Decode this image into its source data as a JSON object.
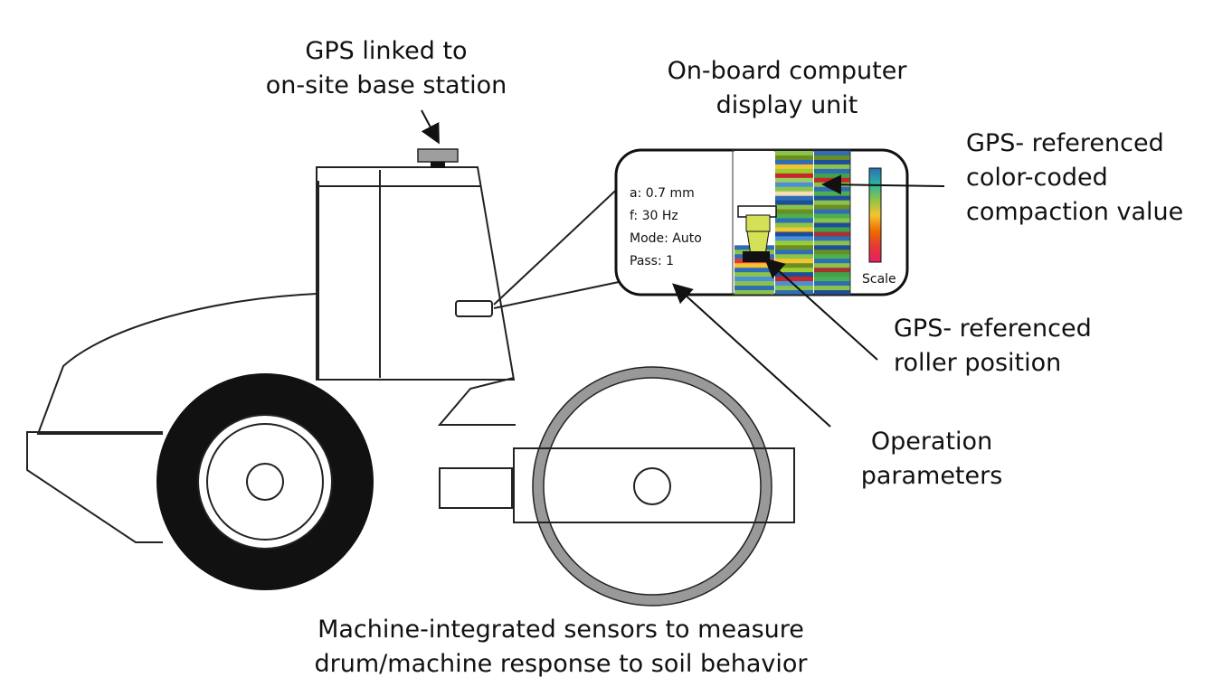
{
  "labels": {
    "gps_base": [
      "GPS linked to",
      "on-site base station"
    ],
    "computer": [
      "On-board computer",
      "display unit"
    ],
    "compaction": [
      "GPS- referenced",
      "color-coded",
      "compaction value"
    ],
    "roller_position": [
      "GPS- referenced",
      "roller position"
    ],
    "operation": [
      "Operation",
      "parameters"
    ],
    "sensors": [
      "Machine-integrated sensors to measure",
      "drum/machine response to soil  behavior"
    ]
  },
  "display": {
    "params": [
      "a: 0.7 mm",
      "f: 30 Hz",
      "Mode: Auto",
      "Pass: 1"
    ],
    "scale_label": "Scale",
    "strip1_colors": [
      "#ffffff",
      "#ffffff",
      "#ffffff",
      "#ffffff",
      "#ffffff",
      "#ffffff",
      "#ffffff",
      "#ffffff",
      "#ffffff",
      "#ffffff",
      "#ffffff",
      "#ffffff",
      "#ffffff",
      "#ffffff",
      "#ffffff",
      "#ffffff",
      "#ffffff",
      "#ffffff",
      "#ffffff",
      "#ffffff",
      "#ffffff",
      "#2f6db5",
      "#8bc34a",
      "#2f6db5",
      "#e53935",
      "#f4c430",
      "#2f6db5",
      "#8bc34a",
      "#4a8fd8",
      "#8bc34a",
      "#2f6db5",
      "#8bc34a"
    ],
    "strip2_colors": [
      "#8bc34a",
      "#6b8e23",
      "#2f6db5",
      "#f4c430",
      "#9acd32",
      "#c62828",
      "#9ccc65",
      "#4a8fd8",
      "#8bc34a",
      "#f5deb3",
      "#2f6db5",
      "#1f4e99",
      "#8bc34a",
      "#6b8e23",
      "#4caf50",
      "#2f6db5",
      "#8bc34a",
      "#f4c430",
      "#1f4e99",
      "#4a8fd8",
      "#9acd32",
      "#6b8e23",
      "#2f6db5",
      "#8bc34a",
      "#f4c430",
      "#6b8e23",
      "#9acd32",
      "#1f4e99",
      "#c62828",
      "#4a8fd8",
      "#8bc34a",
      "#2f6db5"
    ],
    "strip3_colors": [
      "#2f6db5",
      "#6b8e23",
      "#1f4e99",
      "#8bc34a",
      "#2f6db5",
      "#3fa34d",
      "#c62828",
      "#8bc34a",
      "#2f6db5",
      "#4caf50",
      "#1f4e99",
      "#8bc34a",
      "#6b8e23",
      "#2f6db5",
      "#4caf50",
      "#8bc34a",
      "#1f4e99",
      "#3fa34d",
      "#a83232",
      "#2f6db5",
      "#8bc34a",
      "#1f4e99",
      "#6b8e23",
      "#4caf50",
      "#2f6db5",
      "#8bc34a",
      "#a83232",
      "#3fa34d",
      "#4caf50",
      "#2f6db5",
      "#8bc34a",
      "#1f4e99"
    ],
    "scale_gradient": [
      "#2f6db5",
      "#28b4a0",
      "#8bc34a",
      "#f4c430",
      "#ef6c00",
      "#e53935",
      "#e91e63"
    ],
    "roller_icon_color": "#d4e157",
    "gps_antenna_color": "#9e9e9e"
  }
}
